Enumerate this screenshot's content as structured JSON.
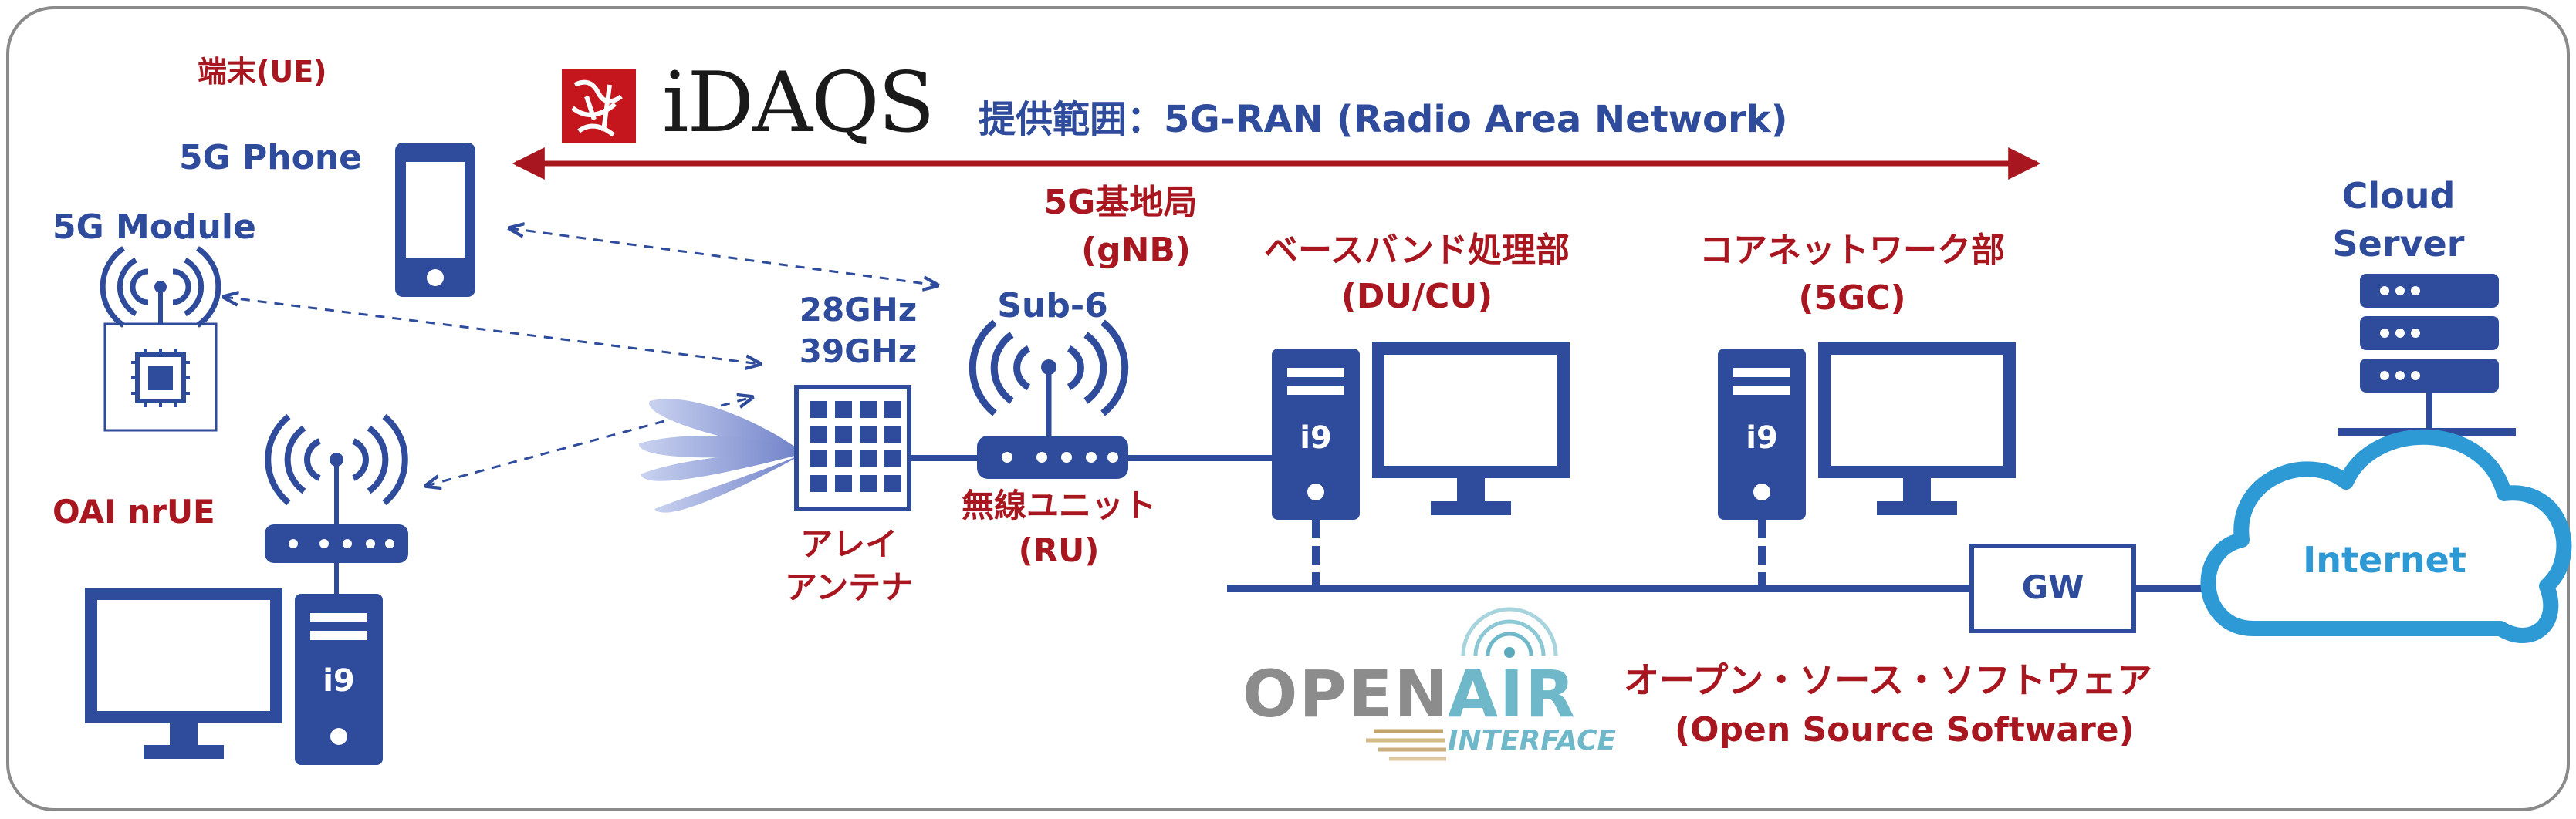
{
  "logo": {
    "text": "iDAQS"
  },
  "range": {
    "label": "提供範囲：5G-RAN (Radio Area Network)"
  },
  "ue": {
    "title": "端末(UE)",
    "phone_label": "5G Phone",
    "module_label": "5G Module",
    "nrue_label": "OAI nrUE",
    "pc_badge": "i9"
  },
  "gnb": {
    "title_line1": "5G基地局",
    "title_line2": "(gNB)"
  },
  "antenna": {
    "freq_line1": "28GHz",
    "freq_line2": "39GHz",
    "name_line1": "アレイ",
    "name_line2": "アンテナ"
  },
  "ru": {
    "band": "Sub-6",
    "name_line1": "無線ユニット",
    "name_line2": "(RU)"
  },
  "bbu": {
    "name_line1": "ベースバンド処理部",
    "name_line2": "(DU/CU)",
    "badge": "i9"
  },
  "core": {
    "name_line1": "コアネットワーク部",
    "name_line2": "(5GC)",
    "badge": "i9"
  },
  "gw": {
    "label": "GW"
  },
  "cloud": {
    "server_line1": "Cloud",
    "server_line2": "Server",
    "internet": "Internet"
  },
  "oai_logo": {
    "open": "OPEN",
    "air": "AIR",
    "interface": "INTERFACE"
  },
  "oss": {
    "line1": "オープン・ソース・ソフトウェア",
    "line2": "(Open Source Software)"
  },
  "colors": {
    "primary_blue": "#2e4b9c",
    "accent_red": "#a8161f",
    "cloud_blue": "#2d9ad6"
  }
}
